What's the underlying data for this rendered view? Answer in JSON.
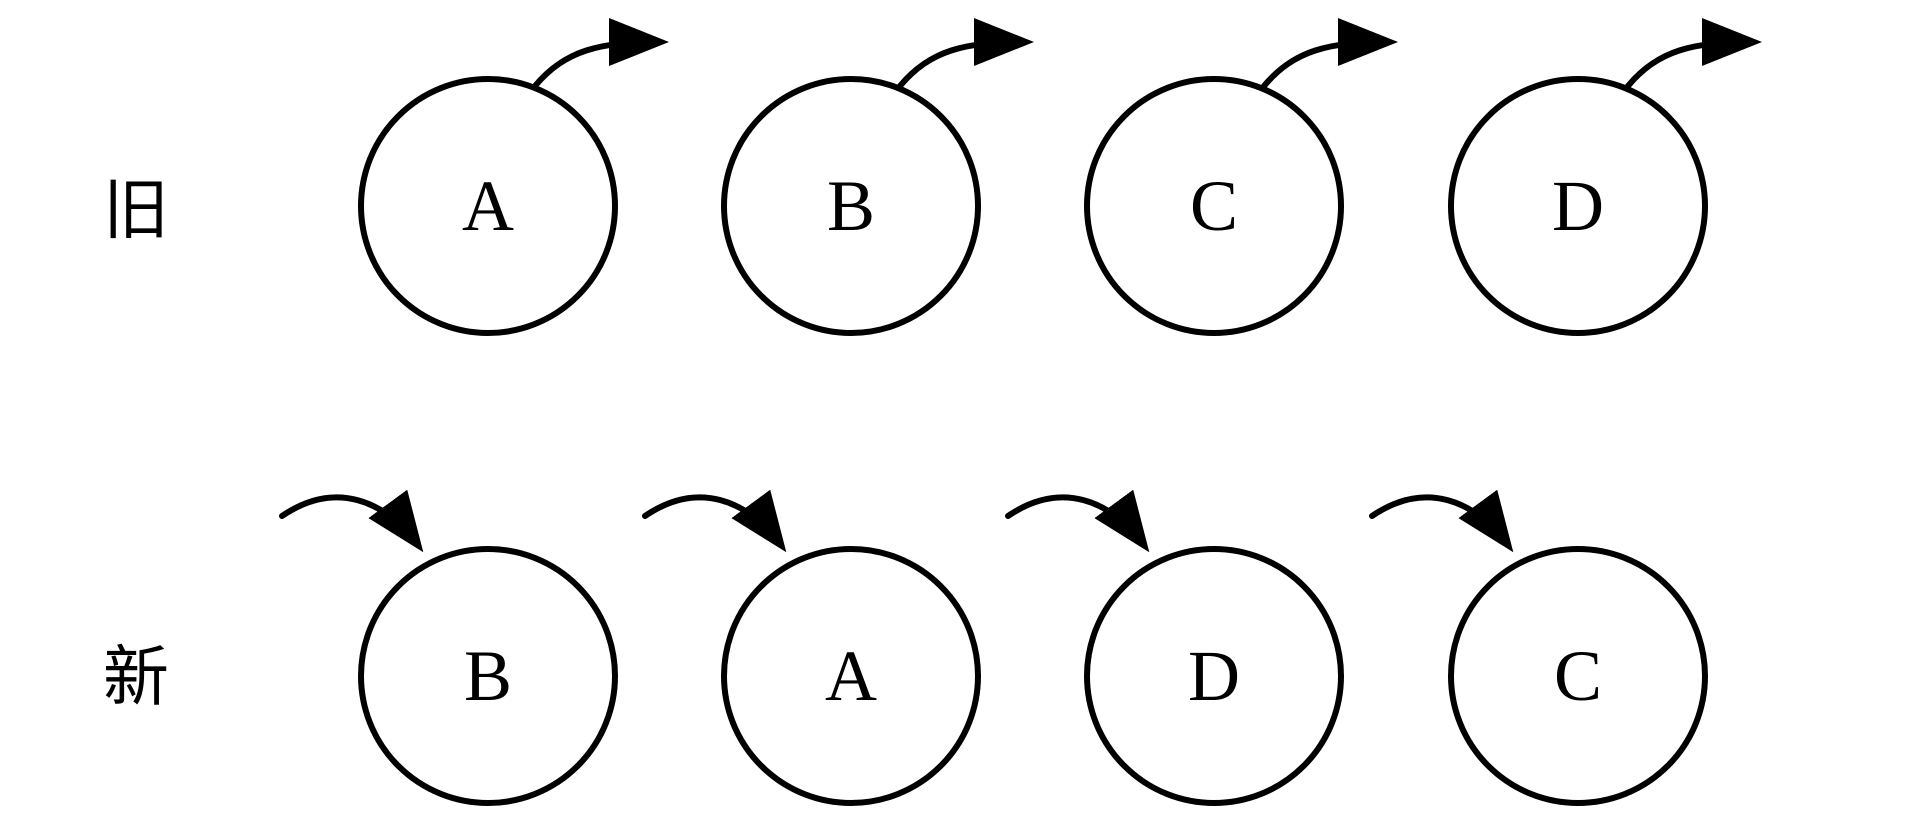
{
  "rows": [
    {
      "label": "旧",
      "nodes": [
        "A",
        "B",
        "C",
        "D"
      ],
      "arrow_style": "outgoing"
    },
    {
      "label": "新",
      "nodes": [
        "B",
        "A",
        "D",
        "C"
      ],
      "arrow_style": "incoming"
    }
  ],
  "colors": {
    "stroke": "#000000",
    "background": "#ffffff"
  }
}
